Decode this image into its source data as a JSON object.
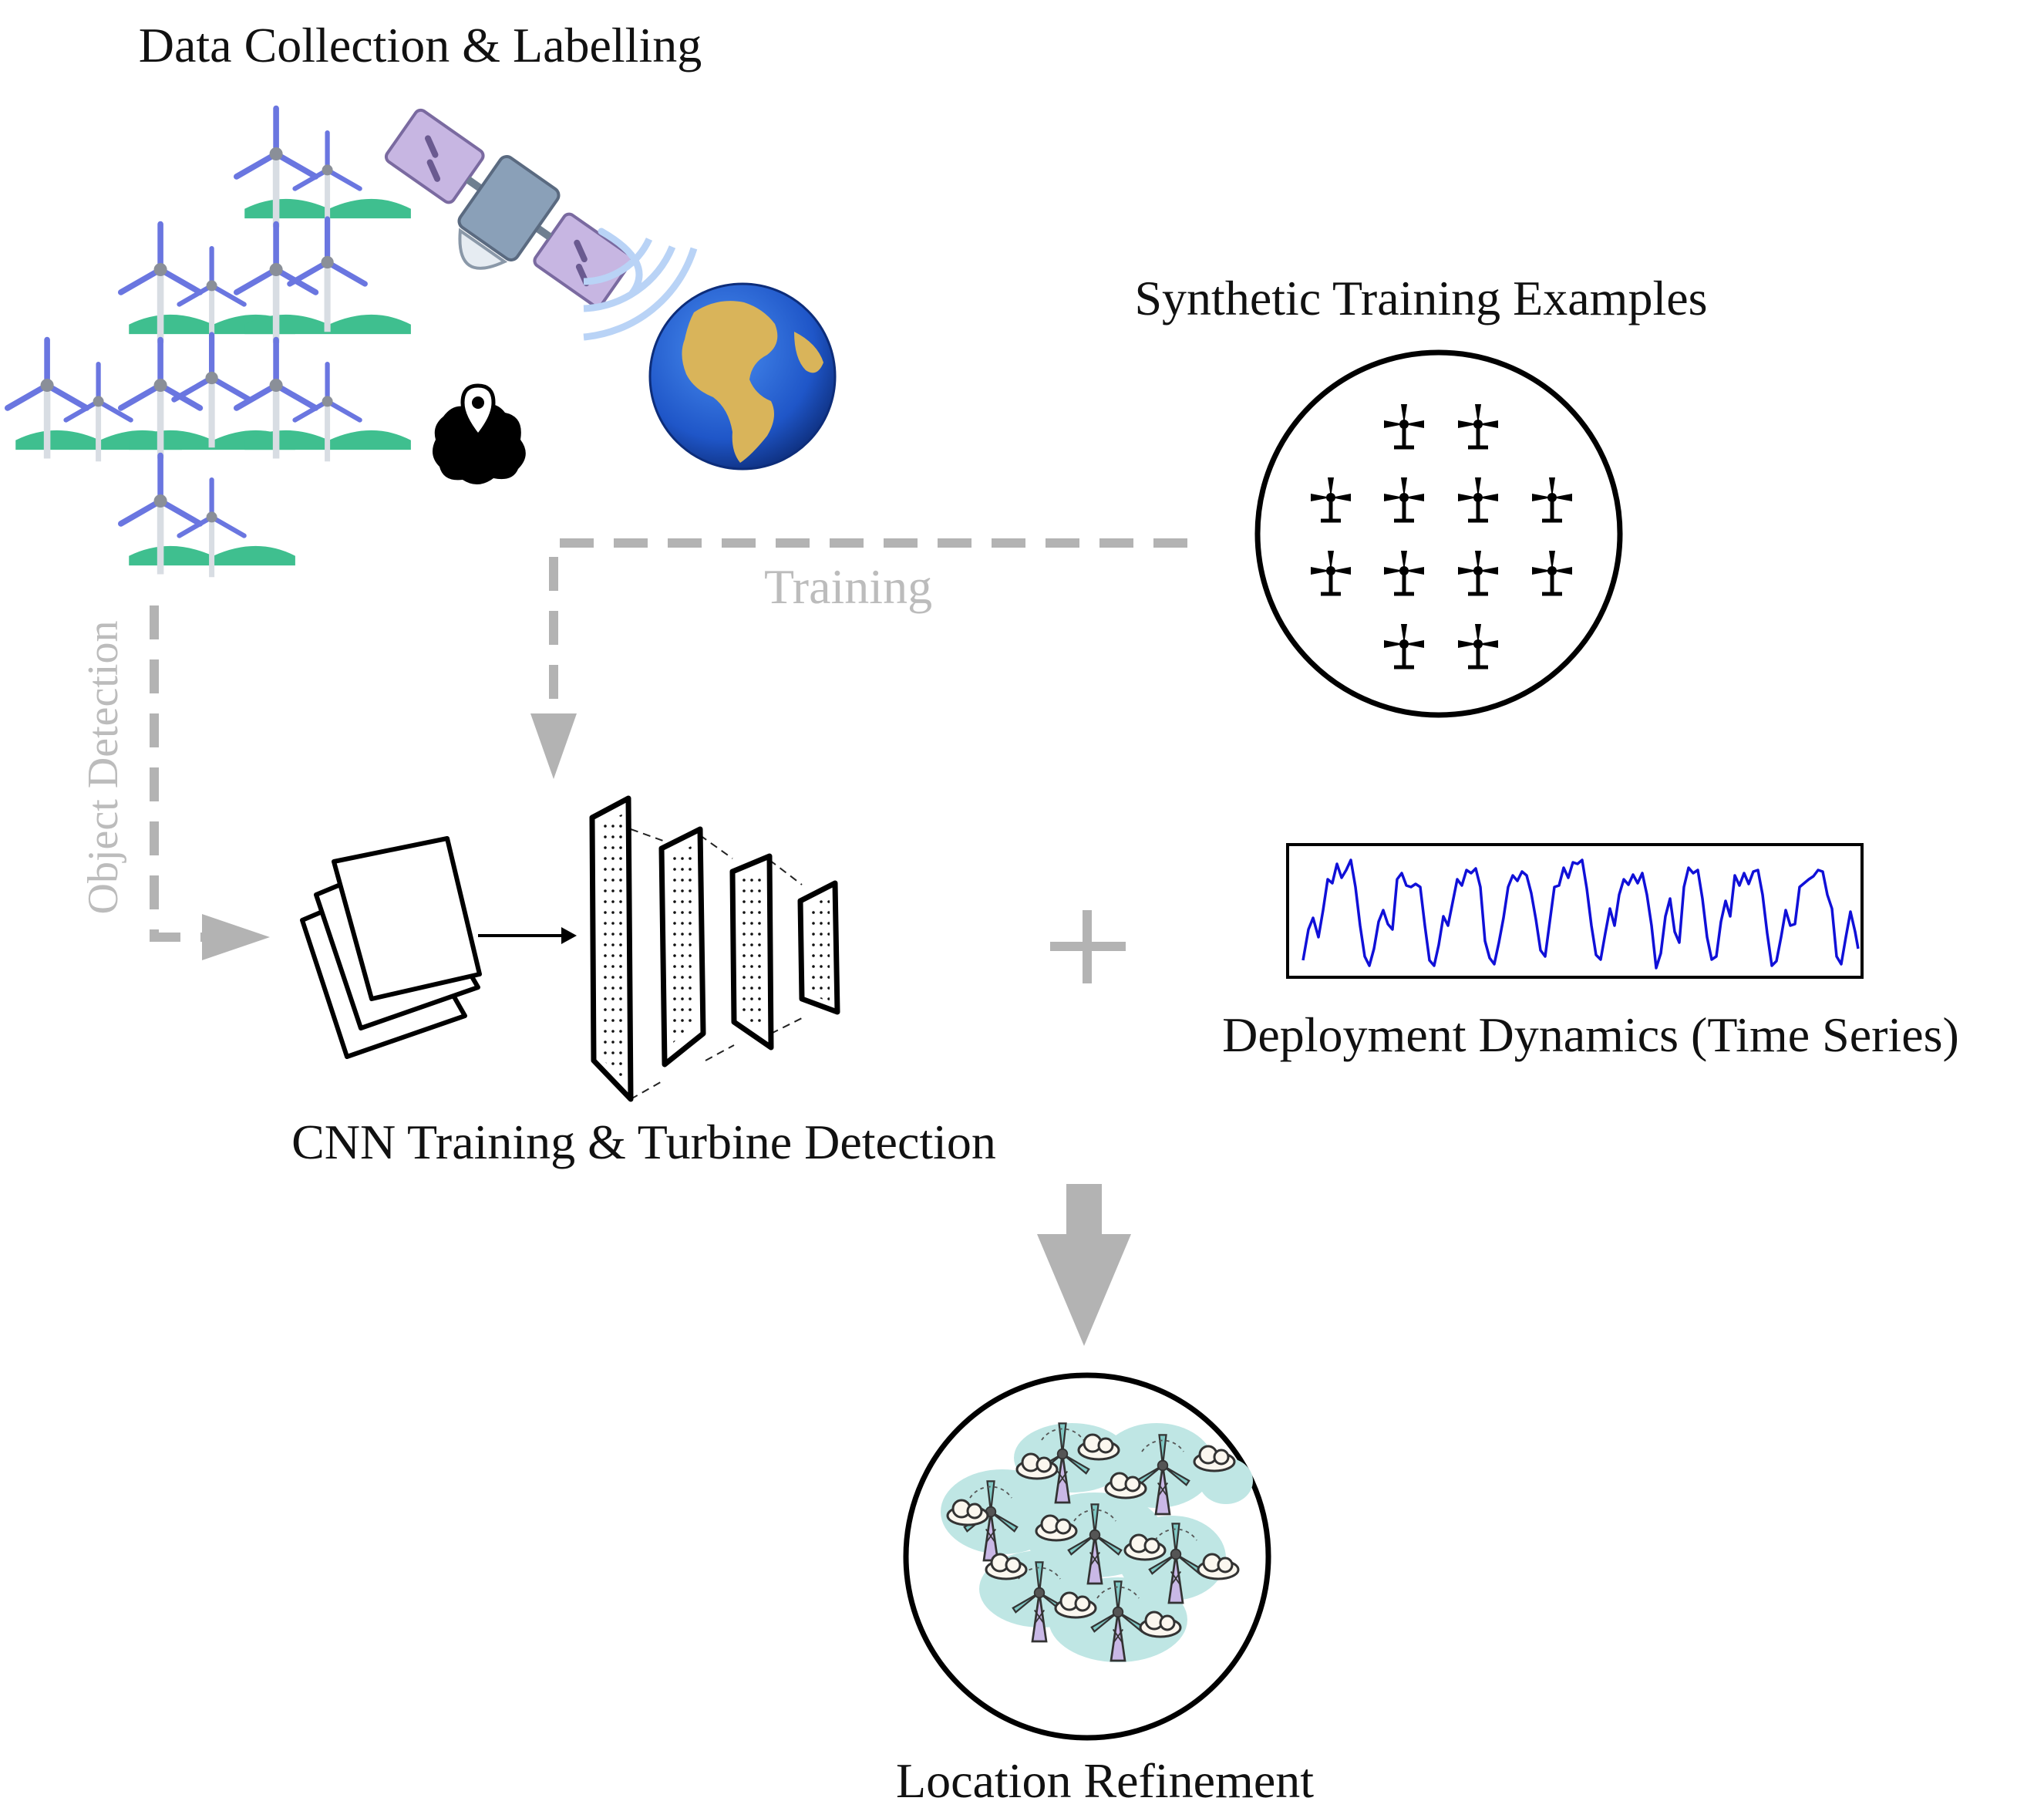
{
  "labels": {
    "data_collection": "Data Collection & Labelling",
    "synthetic_training": "Synthetic Training Examples",
    "training": "Training",
    "object_detection": "Object Detection",
    "cnn": "CNN Training & Turbine Detection",
    "deployment": "Deployment Dynamics (Time Series)",
    "location": "Location Refinement"
  },
  "colors": {
    "text": "#111111",
    "gray_arrow": "#b3b3b3",
    "gray_text": "#bcbcbc",
    "turbine_blade": "#6a76e0",
    "turbine_ground": "#3fbf8f",
    "series_line": "#1010d8",
    "panel_purple": "#c7b6e2",
    "sat_body": "#8aa0b8",
    "earth_ocean": "#1f56c8",
    "earth_land": "#d9b45a",
    "cloud_bg": "#bfe6e4"
  },
  "icons": {
    "turbine_field": "wind-turbine-icon",
    "satellite": "satellite-icon",
    "earth": "earth-globe-icon",
    "map_pin": "map-pin-icon",
    "image_stack": "image-stack-icon",
    "cnn": "neural-network-icon",
    "plus": "plus-icon"
  }
}
